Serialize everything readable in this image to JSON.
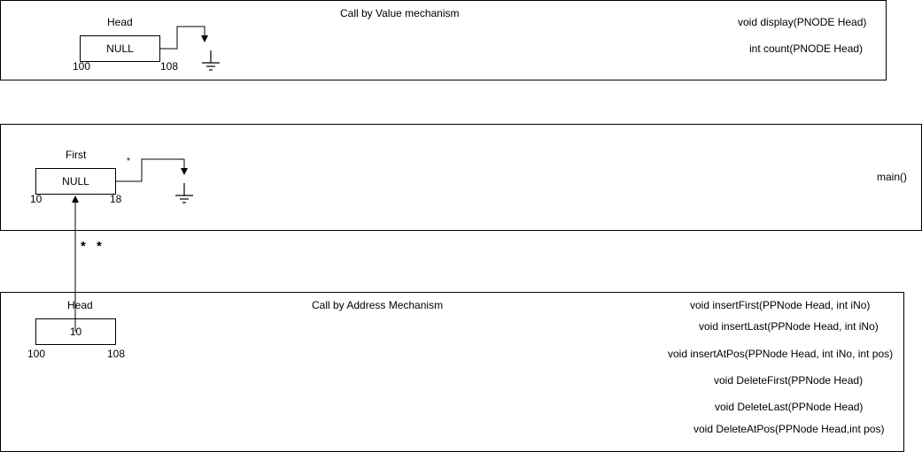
{
  "top_panel": {
    "title": "Call by Value mechanism",
    "var_name": "Head",
    "box_value": "NULL",
    "addr_start": "100",
    "addr_end": "108",
    "functions": [
      "void display(PNODE Head)",
      "int count(PNODE Head)"
    ]
  },
  "middle_panel": {
    "var_name": "First",
    "box_value": "NULL",
    "addr_start": "10",
    "addr_end": "18",
    "pointer_mark": "*",
    "function": "main()"
  },
  "double_pointer_mark": "* *",
  "bottom_panel": {
    "title": "Call by Address Mechanism",
    "var_name": "Head",
    "box_value": "10",
    "addr_start": "100",
    "addr_end": "108",
    "functions": [
      "void insertFirst(PPNode Head, int iNo)",
      "void insertLast(PPNode Head, int iNo)",
      "void insertAtPos(PPNode Head, int iNo, int pos)",
      "void DeleteFirst(PPNode Head)",
      "void DeleteLast(PPNode Head)",
      "void DeleteAtPos(PPNode Head,int pos)"
    ]
  }
}
